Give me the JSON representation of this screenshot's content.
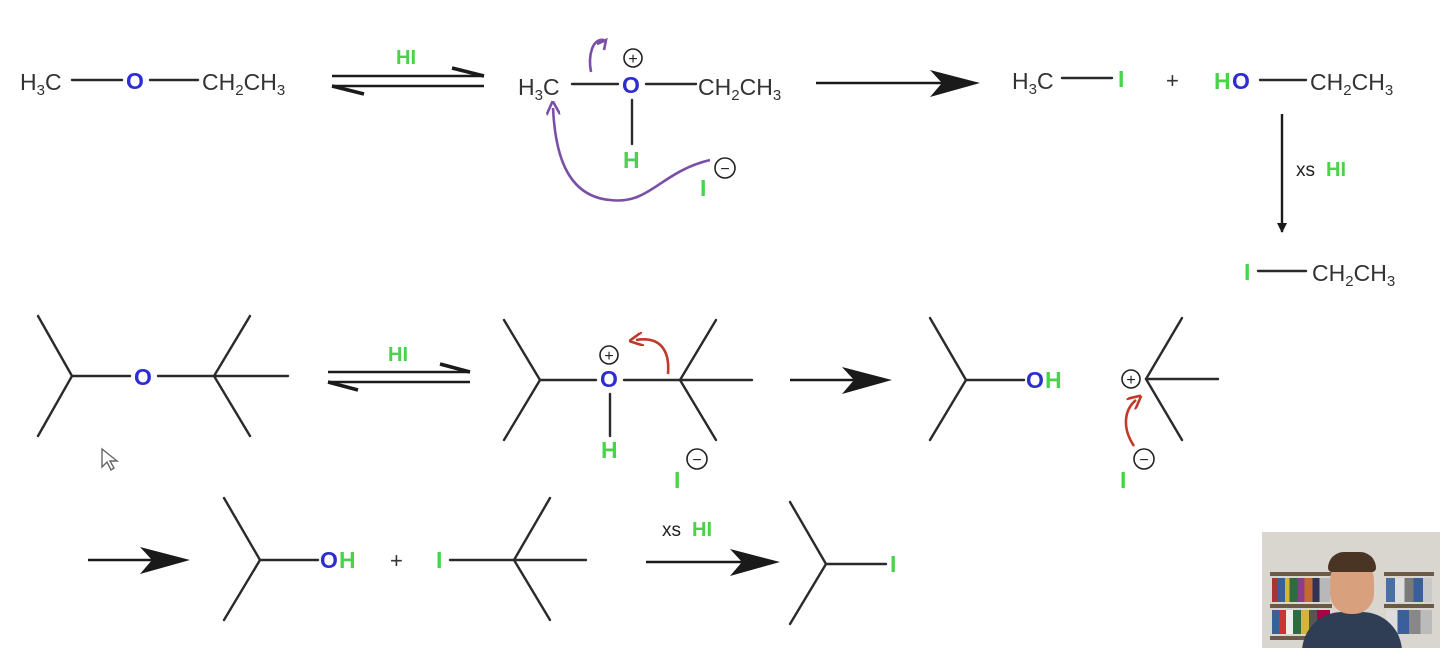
{
  "reagents": {
    "hi": "HI",
    "xs": "xs"
  },
  "atoms": {
    "oxygen": "O",
    "hydrogen": "H",
    "iodine": "I",
    "carbon": "C"
  },
  "groups": {
    "methyl_main": "H",
    "methyl_sub": "3",
    "methyl_c": "C",
    "ethyl_ch": "CH",
    "ethyl_sub1": "2",
    "ethyl_ch3": "CH",
    "ethyl_sub2": "3"
  },
  "symbols": {
    "plus": "+",
    "positive": "+",
    "negative": "−"
  },
  "colors": {
    "oxygen": "#2d2dd0",
    "halogen": "#4bd24b",
    "bond": "#2a2a2a",
    "mechanism_arrow_1": "#7a4fa8",
    "mechanism_arrow_2": "#c0392b"
  },
  "icons": {
    "cursor": "mouse-pointer-icon",
    "webcam": "presenter-webcam"
  }
}
